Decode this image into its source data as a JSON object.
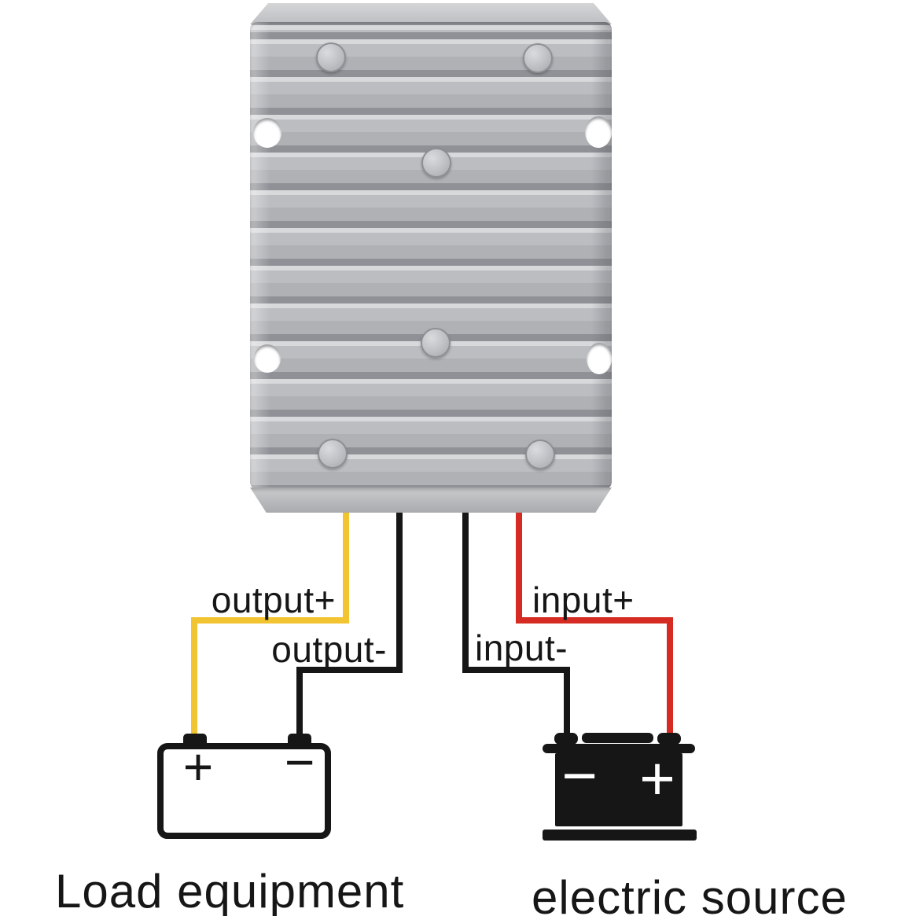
{
  "wires": {
    "output_plus": {
      "label": "output+",
      "color": "#f2c431"
    },
    "output_minus": {
      "label": "output-",
      "color": "#161616"
    },
    "input_minus": {
      "label": "input-",
      "color": "#161616"
    },
    "input_plus": {
      "label": "input+",
      "color": "#d62b23"
    }
  },
  "load_equipment": {
    "caption": "Load equipment",
    "positive_terminal": "+",
    "negative_terminal": "−"
  },
  "electric_source": {
    "caption": "electric source",
    "negative_terminal": "−",
    "positive_terminal": "+"
  },
  "colors": {
    "ink": "#161616",
    "wire-yellow": "#f2c431",
    "wire-red": "#d62b23",
    "bg": "#ffffff"
  }
}
